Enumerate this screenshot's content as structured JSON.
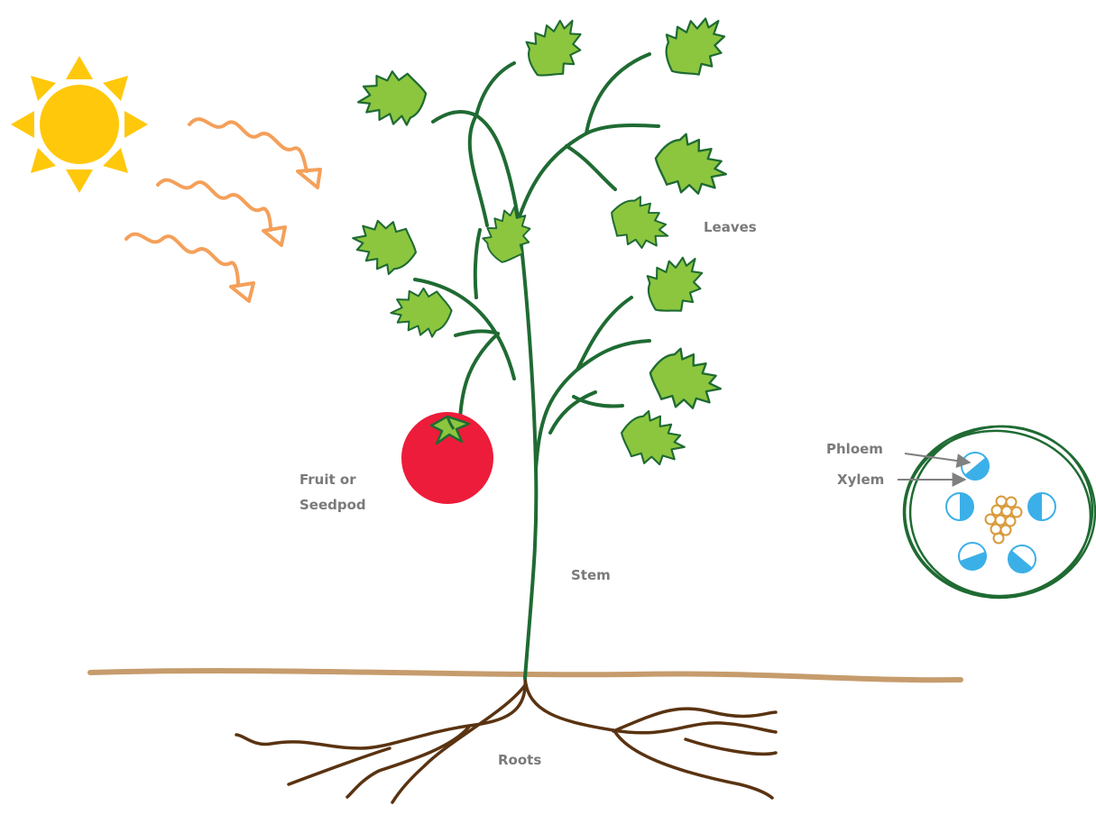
{
  "labels": {
    "leaves": "Leaves",
    "fruit_line1": "Fruit or",
    "fruit_line2": "Seedpod",
    "stem": "Stem",
    "roots": "Roots",
    "phloem": "Phloem",
    "xylem": "Xylem"
  },
  "colors": {
    "label_text": "#7a7a7a",
    "sun": "#ffc80b",
    "light_rays": "#f4a05a",
    "stem": "#1f6b33",
    "leaf_fill": "#8cc63f",
    "leaf_outline": "#1f6b33",
    "fruit": "#ed1c3a",
    "soil_line": "#c69c6d",
    "roots": "#5a3311",
    "vessel_blue": "#3bb0e8",
    "phloem_cells": "#d89a3a",
    "pointer_arrows": "#808080"
  },
  "icons": [
    "sun-icon",
    "light-ray-icon",
    "leaf-icon",
    "tomato-fruit-icon",
    "stem-cross-section-icon"
  ]
}
